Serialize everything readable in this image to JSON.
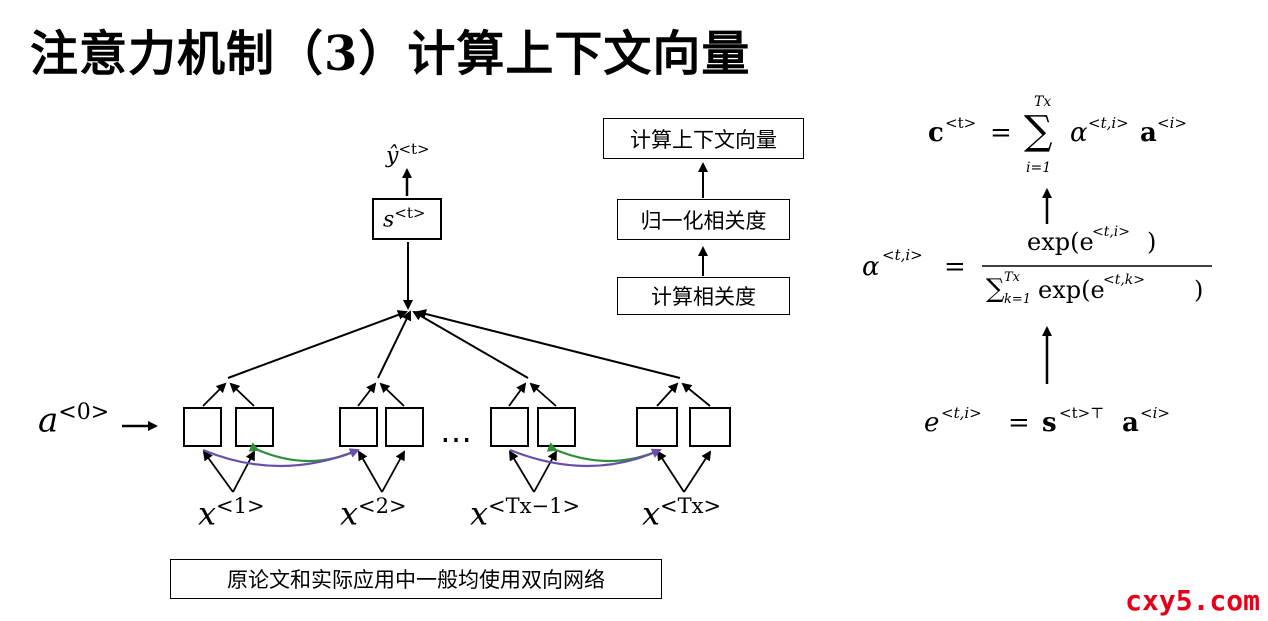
{
  "title": "注意力机制（3）计算上下文向量",
  "flow": {
    "step3": "计算上下文向量",
    "step2": "归一化相关度",
    "step1": "计算相关度"
  },
  "network": {
    "a0_base": "a",
    "a0_sup": "<0>",
    "s_base": "s",
    "s_sup": "<t>",
    "yhat_base": "ŷ",
    "yhat_sup": "<t>",
    "ellipsis": "…",
    "inputs": [
      {
        "base": "x",
        "sup": "<1>"
      },
      {
        "base": "x",
        "sup": "<2>"
      },
      {
        "base": "x",
        "sup": "<Tx−1>"
      },
      {
        "base": "x",
        "sup": "<Tx>"
      }
    ]
  },
  "note": "原论文和实际应用中一般均使用双向网络",
  "formulas": {
    "context_lhs": "c",
    "context_lhs_sup": "<t>",
    "eq": "=",
    "sum_upper": "Tx",
    "sum_lower": "i=1",
    "context_alpha": "α",
    "context_alpha_sup": "<t,i>",
    "context_a": "a",
    "context_a_sup": "<i>",
    "alpha_lhs": "α",
    "alpha_lhs_sup": "<t,i>",
    "alpha_num": "exp(e",
    "alpha_num_sup": "<t,i>",
    "alpha_num_close": ")",
    "alpha_den_sum": "∑",
    "alpha_den_upper": "Tx",
    "alpha_den_lower": "k=1",
    "alpha_den": "exp(e",
    "alpha_den_sup": "<t,k>",
    "alpha_den_close": ")",
    "energy_lhs": "e",
    "energy_lhs_sup": "<t,i>",
    "energy_s": "s",
    "energy_s_sup": "<t>⊤",
    "energy_a": "a",
    "energy_a_sup": "<i>"
  },
  "watermark": "cxy5.com",
  "colors": {
    "forward_arrow": "#2f8f3a",
    "backward_arrow": "#6a4fa8",
    "watermark": "#e6001a"
  }
}
